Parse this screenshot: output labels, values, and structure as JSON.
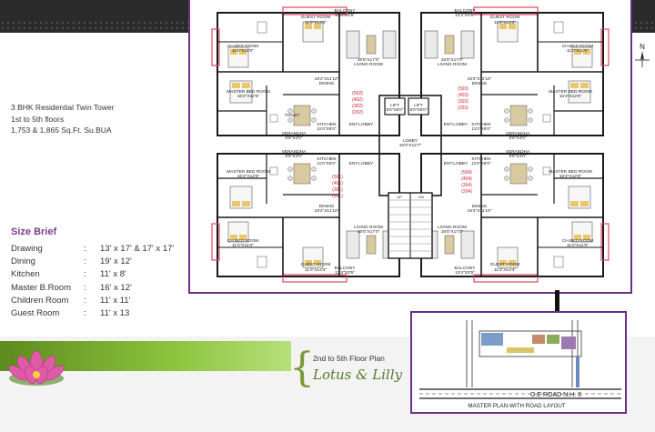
{
  "description": {
    "line1": "3 BHK Residential Twin Tower",
    "line2": "1st to 5th floors",
    "line3": "1,753 & 1,865 Sq.Ft. Su.BUA"
  },
  "size_brief": {
    "title": "Size Brief",
    "rows": [
      {
        "label": "Drawing",
        "colon": ":",
        "value": "13' x 17' & 17' x 17'"
      },
      {
        "label": "Dining",
        "colon": ":",
        "value": "19' x 12'"
      },
      {
        "label": "Kitchen",
        "colon": ":",
        "value": "11' x 8'"
      },
      {
        "label": "Master B.Room",
        "colon": ":",
        "value": "16' x 12'"
      },
      {
        "label": "Children Room",
        "colon": ":",
        "value": "11' x 11'"
      },
      {
        "label": "Guest Room",
        "colon": ":",
        "value": "11' x 13"
      }
    ]
  },
  "plan": {
    "subtitle": "2nd to 5th Floor Plan",
    "brand": "Lotus & Lilly",
    "north": "N",
    "labels": {
      "guest": "GUEST ROOM",
      "balcony": "BALCONY",
      "living": "LIVING ROOM",
      "dining": "DINING",
      "master": "MASTER BED ROOM",
      "toilet": "TOILET",
      "kitchen": "KITCHEN",
      "verandha": "VERANDHA",
      "lift": "LIFT",
      "lobby": "LOBBY",
      "ent_lobby": "ENT.LOBBY",
      "ch_bed": "CH.BED ROOM",
      "up": "UP",
      "dn": "DN"
    },
    "dims": {
      "guest": "11'0\"X13'3\"",
      "balcony": "13'4\"X3'5\"",
      "living": "16'5\"X17'0\"",
      "dining": "19'2\"X11'10\"",
      "master": "16'2\"X12'6\"",
      "kitchen": "11'0\"X8'0\"",
      "verandha": "6'8\"X4'0\"",
      "lift": "6'0\"X6'0\"",
      "lobby": "16'0\"X12'7\"",
      "ch_bed": "11'0\"X11'0\""
    },
    "units_top_left": [
      "(502)",
      "(402)",
      "(302)",
      "(202)"
    ],
    "units_top_right": [
      "(503)",
      "(403)",
      "(303)",
      "(203)"
    ],
    "units_bottom_left": [
      "(501)",
      "(401)",
      "(301)",
      "(201)"
    ],
    "units_bottom_right": [
      "(504)",
      "(404)",
      "(304)",
      "(204)"
    ]
  },
  "road_layout": {
    "road": "G.E ROAD  N.H. 6",
    "caption": "MASTER PLAN-WITH ROAD LAYOUT"
  },
  "colors": {
    "accent_purple": "#6b2f86",
    "wall": "#1a1a1a",
    "balcony_red": "#e2475d",
    "green": "#8dc43d"
  }
}
